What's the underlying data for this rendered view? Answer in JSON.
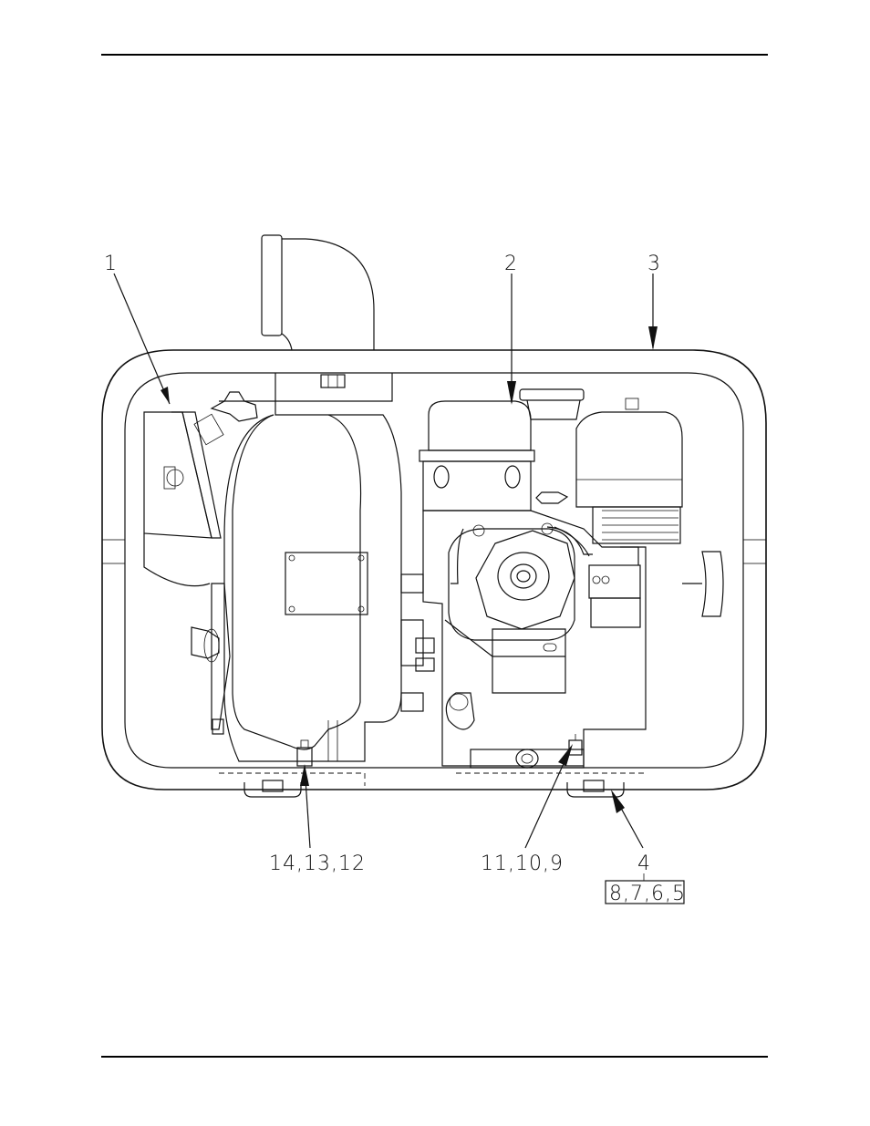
{
  "callouts": {
    "c1": "1",
    "c2": "2",
    "c3": "3",
    "c4": "4",
    "c5": "14,13,12",
    "c6": "11,10,9",
    "c7": "8,7,6,5"
  }
}
